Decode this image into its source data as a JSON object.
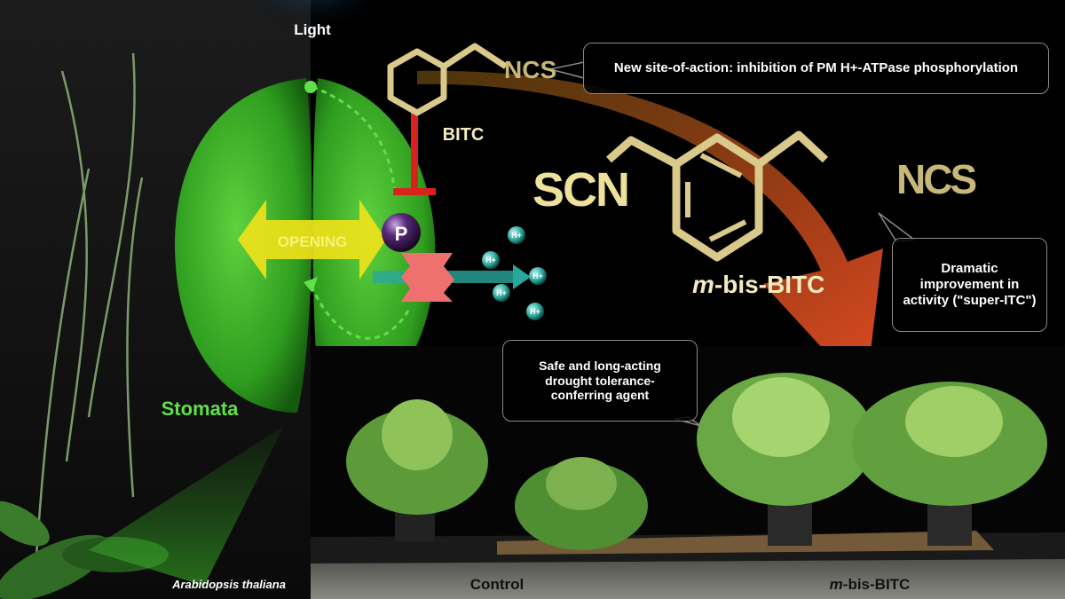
{
  "labels": {
    "light": "Light",
    "opening": "OPENING",
    "phosphate": "P",
    "proton": "H+",
    "bitc": "BITC",
    "ncs_small": "NCS",
    "scn": "SCN",
    "ncs_large": "NCS",
    "m_prefix": "m",
    "mbis_suffix": "-bis-BITC",
    "stomata": "Stomata",
    "species": "Arabidopsis thaliana",
    "control": "Control",
    "treated_prefix": "m",
    "treated_suffix": "-bis-BITC"
  },
  "callouts": {
    "site_of_action": "New site-of-action: inhibition of PM H+-ATPase phosphorylation",
    "improvement": "Dramatic improvement in activity (\"super-ITC\")",
    "drought": "Safe and long-acting drought tolerance-conferring agent"
  },
  "colors": {
    "stomata_green": "#3fbf2a",
    "opening_yellow": "#f2e21a",
    "gold": "#d9c98a",
    "teal": "#2aa79c",
    "inhibit_red": "#d8231c",
    "phosphate_purple": "#5a2a7a"
  }
}
